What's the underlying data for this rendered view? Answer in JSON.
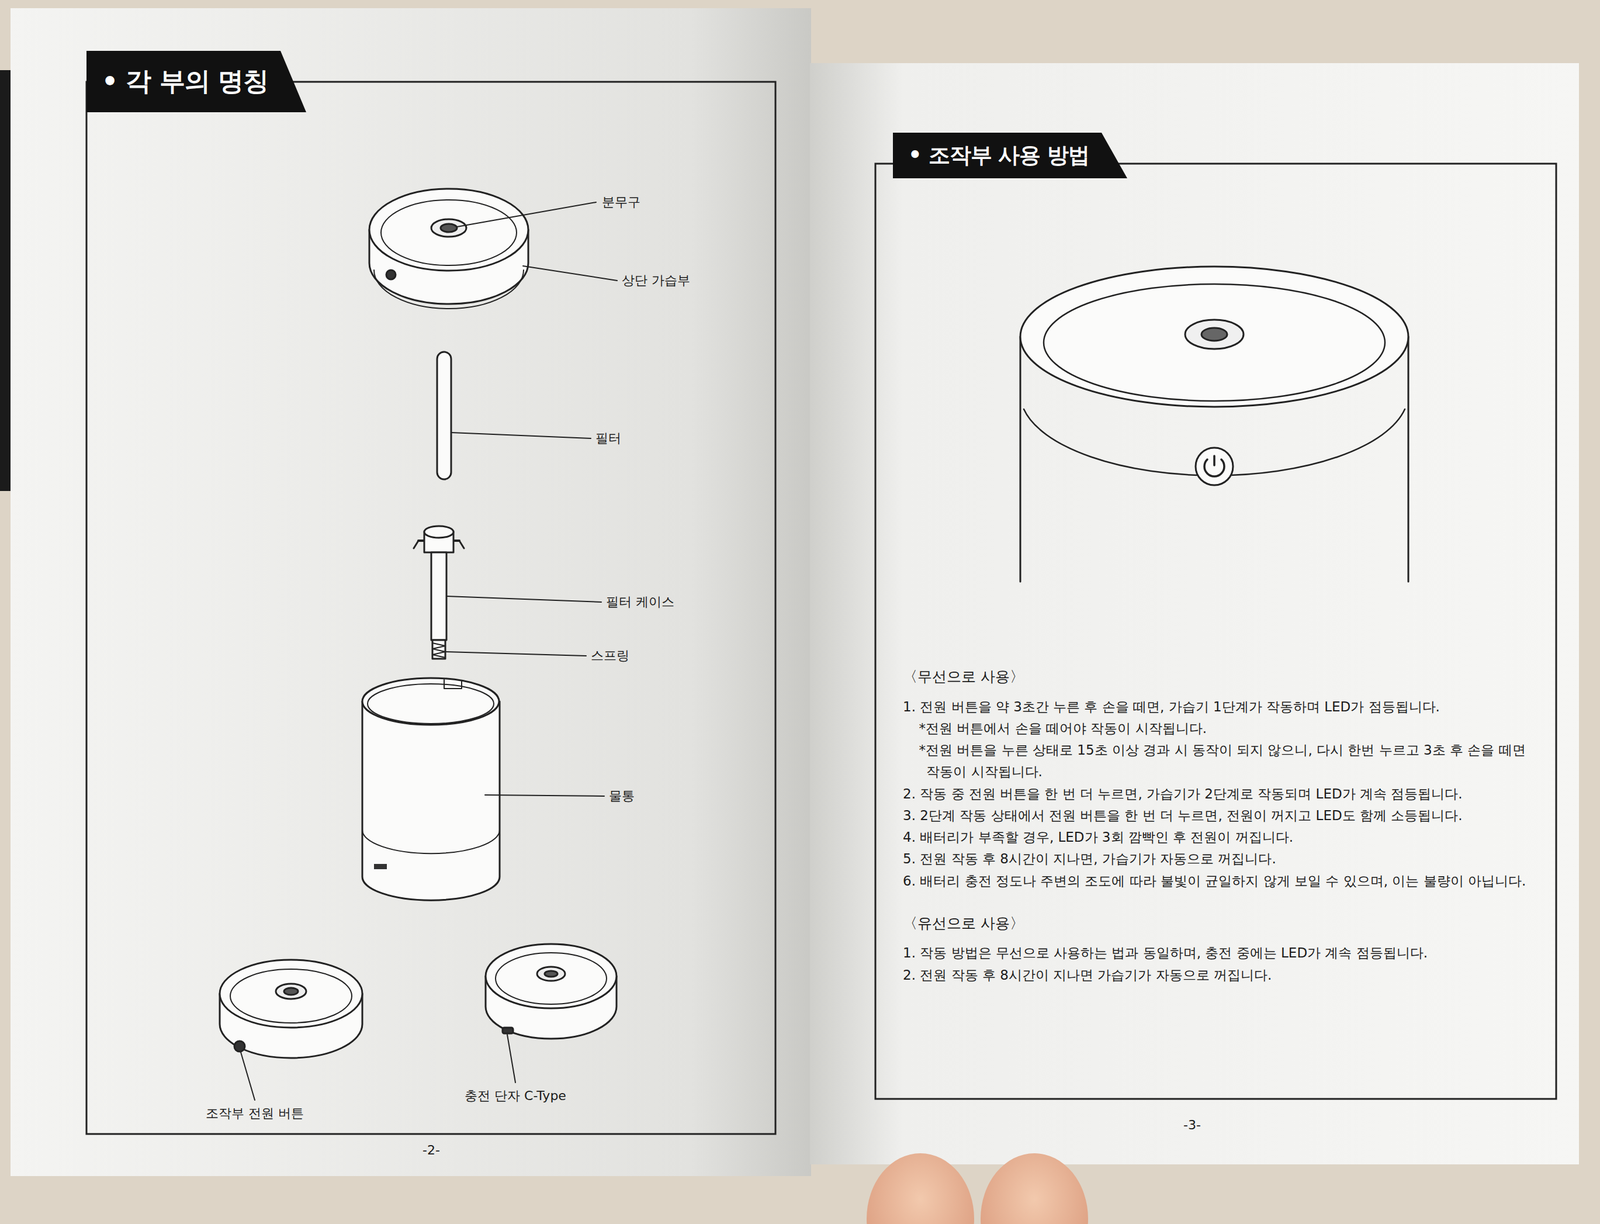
{
  "diagram": {
    "nodes": [
      {
        "text": [
          "• 각 부의 명칭"
        ]
      },
      {
        "text": [
          "• 조작부 사용 방법"
        ]
      }
    ],
    "labels": [
      "분무구",
      "상단 가습부",
      "필터",
      "필터 케이스",
      "스프링",
      "물통",
      "조작부 전원 버튼",
      "충전 단자 C-Type",
      "-2-",
      "〈무선으로 사용〉",
      "1. 전원 버튼을 약 3초간 누른 후 손을 떼면, 가습기 1단계가 작동하며 LED가 점등됩니다.",
      "*전원 버튼에서 손을 떼어야 작동이 시작됩니다.",
      "*전원 버튼을 누른 상태로 15초 이상 경과 시 동작이 되지 않으니, 다시 한번 누르고 3초 후 손을 떼면 작동이 시작됩니다.",
      "2. 작동 중 전원 버튼을 한 번 더 누르면, 가습기가 2단계로 작동되며 LED가 계속 점등됩니다.",
      "3. 2단계 작동 상태에서 전원 버튼을 한 번 더 누르면, 전원이 꺼지고 LED도 함께 소등됩니다.",
      "4. 배터리가 부족할 경우, LED가 3회 깜빡인 후 전원이 꺼집니다.",
      "5. 전원 작동 후 8시간이 지나면, 가습기가 자동으로 꺼집니다.",
      "6. 배터리 충전 정도나 주변의 조도에 따라 불빛이 균일하지 않게 보일 수 있으며, 이는 불량이 아닙니다.",
      "〈유선으로 사용〉",
      "1. 작동 방법은 무선으로 사용하는 법과 동일하며, 충전 중에는 LED가 계속 점등됩니다.",
      "2. 전원 작동 후 8시간이 지나면 가습기가 자동으로 꺼집니다.",
      "-3-"
    ]
  }
}
